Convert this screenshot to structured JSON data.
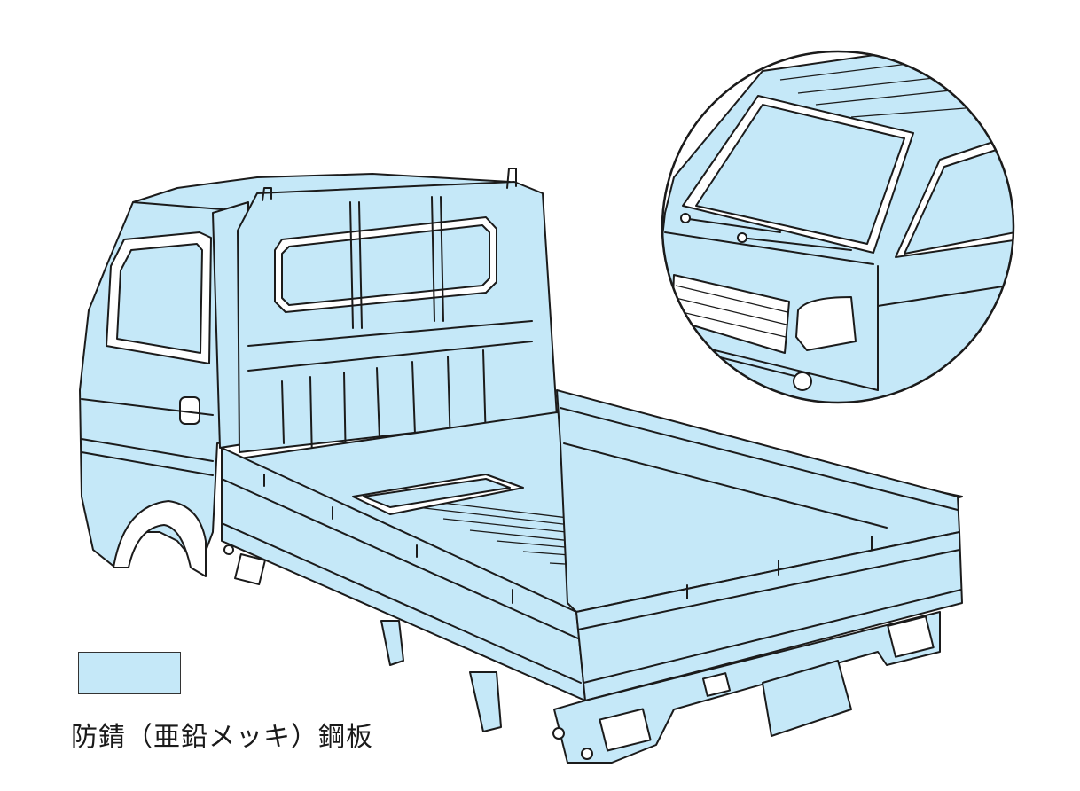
{
  "legend": {
    "swatch_color": "#c5e8f8",
    "label": "防錆（亜鉛メッキ）鋼板"
  },
  "illustration": {
    "fill_color": "#c5e8f8",
    "line_color": "#1b1b1b",
    "subject": "kei-truck-illustration",
    "inset": "cab-front-detail-circle"
  }
}
